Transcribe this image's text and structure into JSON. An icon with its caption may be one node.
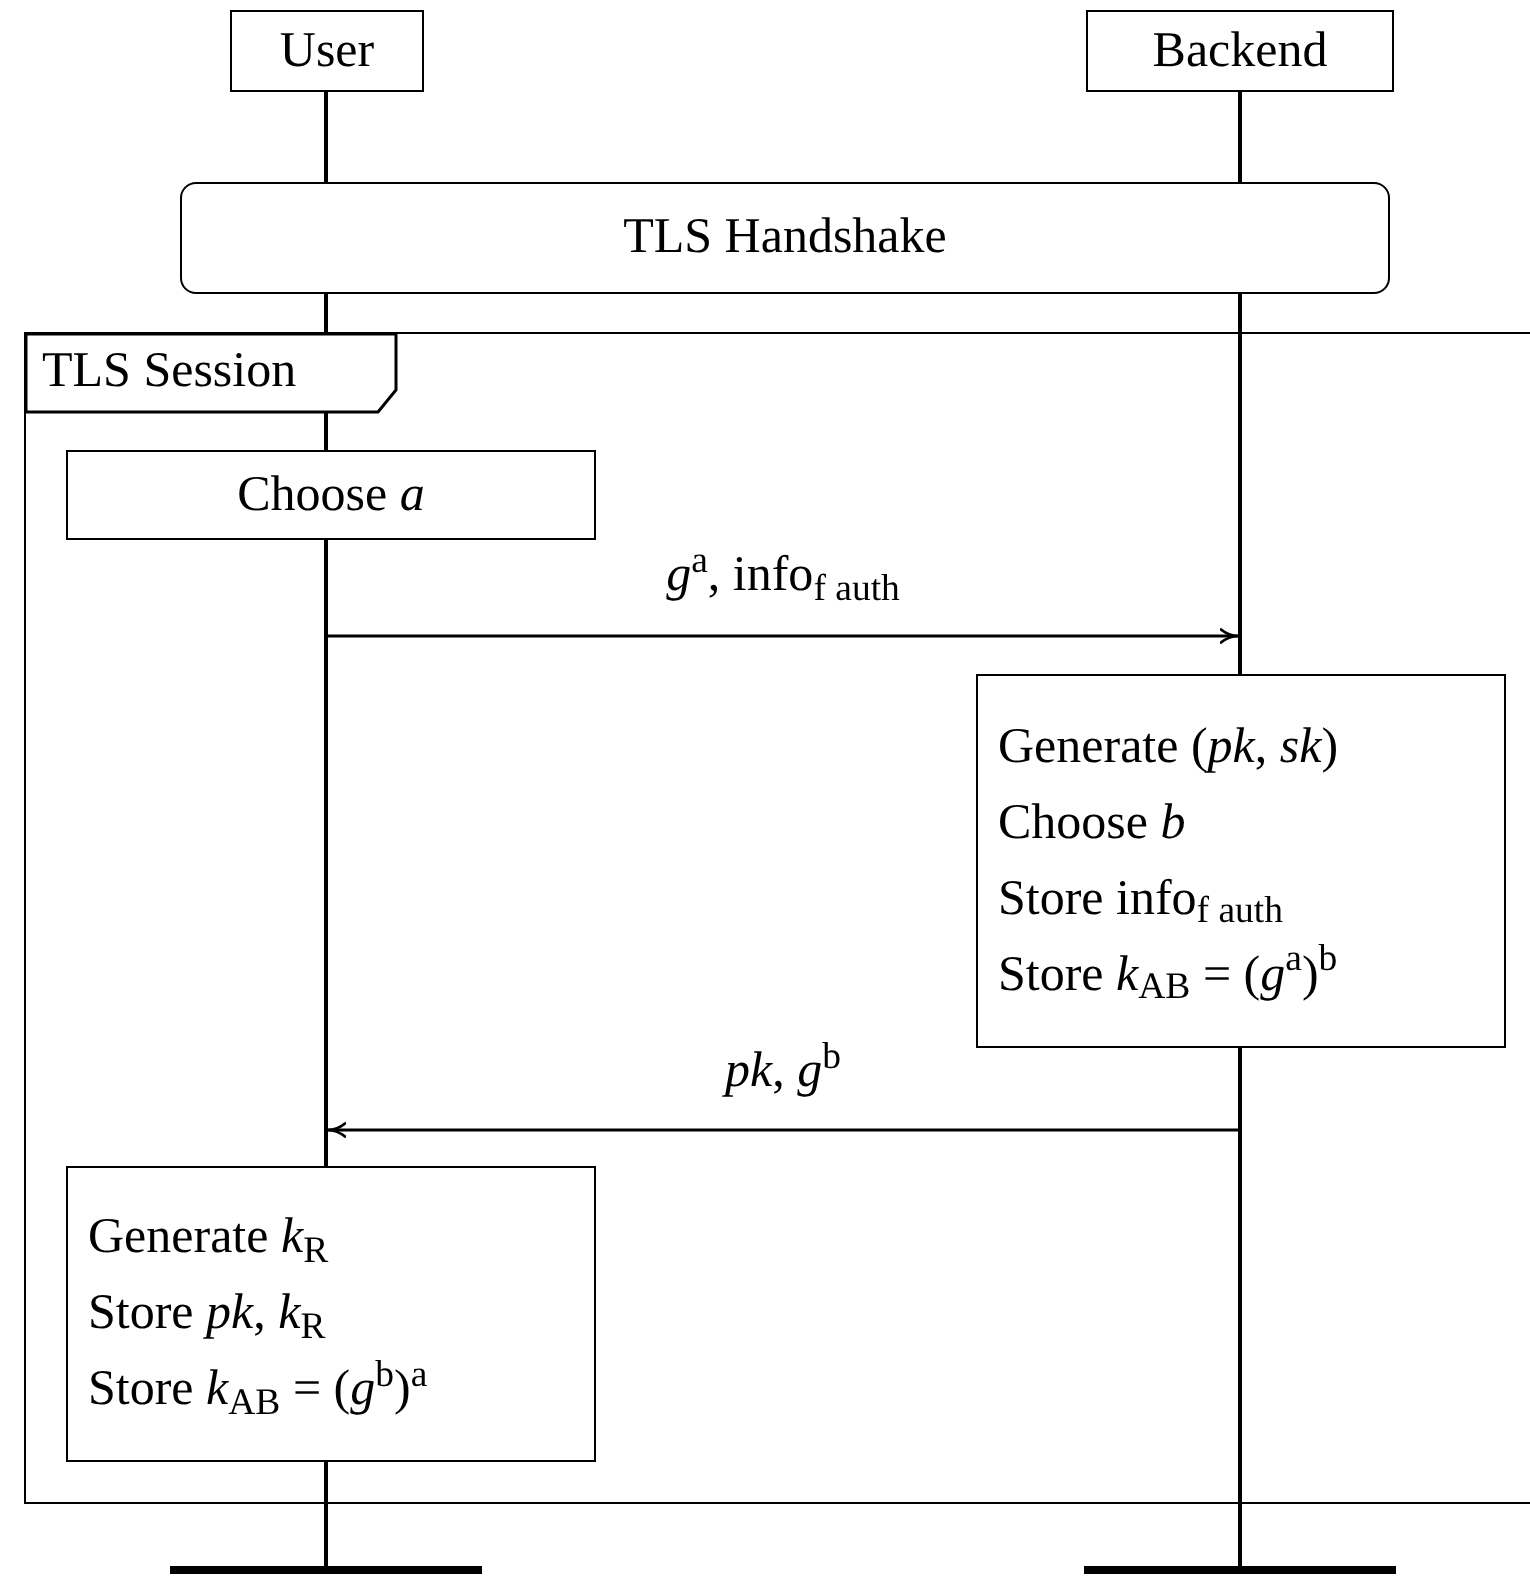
{
  "diagram": {
    "nodes": [
      {
        "text": [
          "User"
        ]
      },
      {
        "text": [
          "Backend"
        ]
      },
      {
        "text": [
          "TLS Handshake"
        ]
      },
      {
        "text": [
          "TLS Session"
        ]
      },
      {
        "text": [
          "Choose *a*"
        ],
        "in": 3
      },
      {
        "text": [
          "Generate (*pk*, *sk*)",
          "Choose *b*",
          "Store info$_{f auth}$",
          "Store *k*$_{AB}$ = (*g*$^{a}$)$^{b}$"
        ],
        "in": 3
      },
      {
        "text": [
          "Generate *k*$_{R}$",
          "Store *pk*, *k*$_{R}$",
          "Store *k*$_{AB}$ = (*g*$^{b}$)$^{a}$"
        ],
        "in": 3
      },
      {
        "text": [],
        "shape": "lifeline"
      },
      {
        "text": [],
        "shape": "lifeline"
      }
    ],
    "edges": [
      {
        "from": 7,
        "to": 8,
        "arrow": "to",
        "label": "*g*$^{a}$, info$_{f auth}$"
      },
      {
        "from": 8,
        "to": 7,
        "arrow": "to",
        "label": "*pk*, *g*$^{b}$"
      }
    ]
  }
}
